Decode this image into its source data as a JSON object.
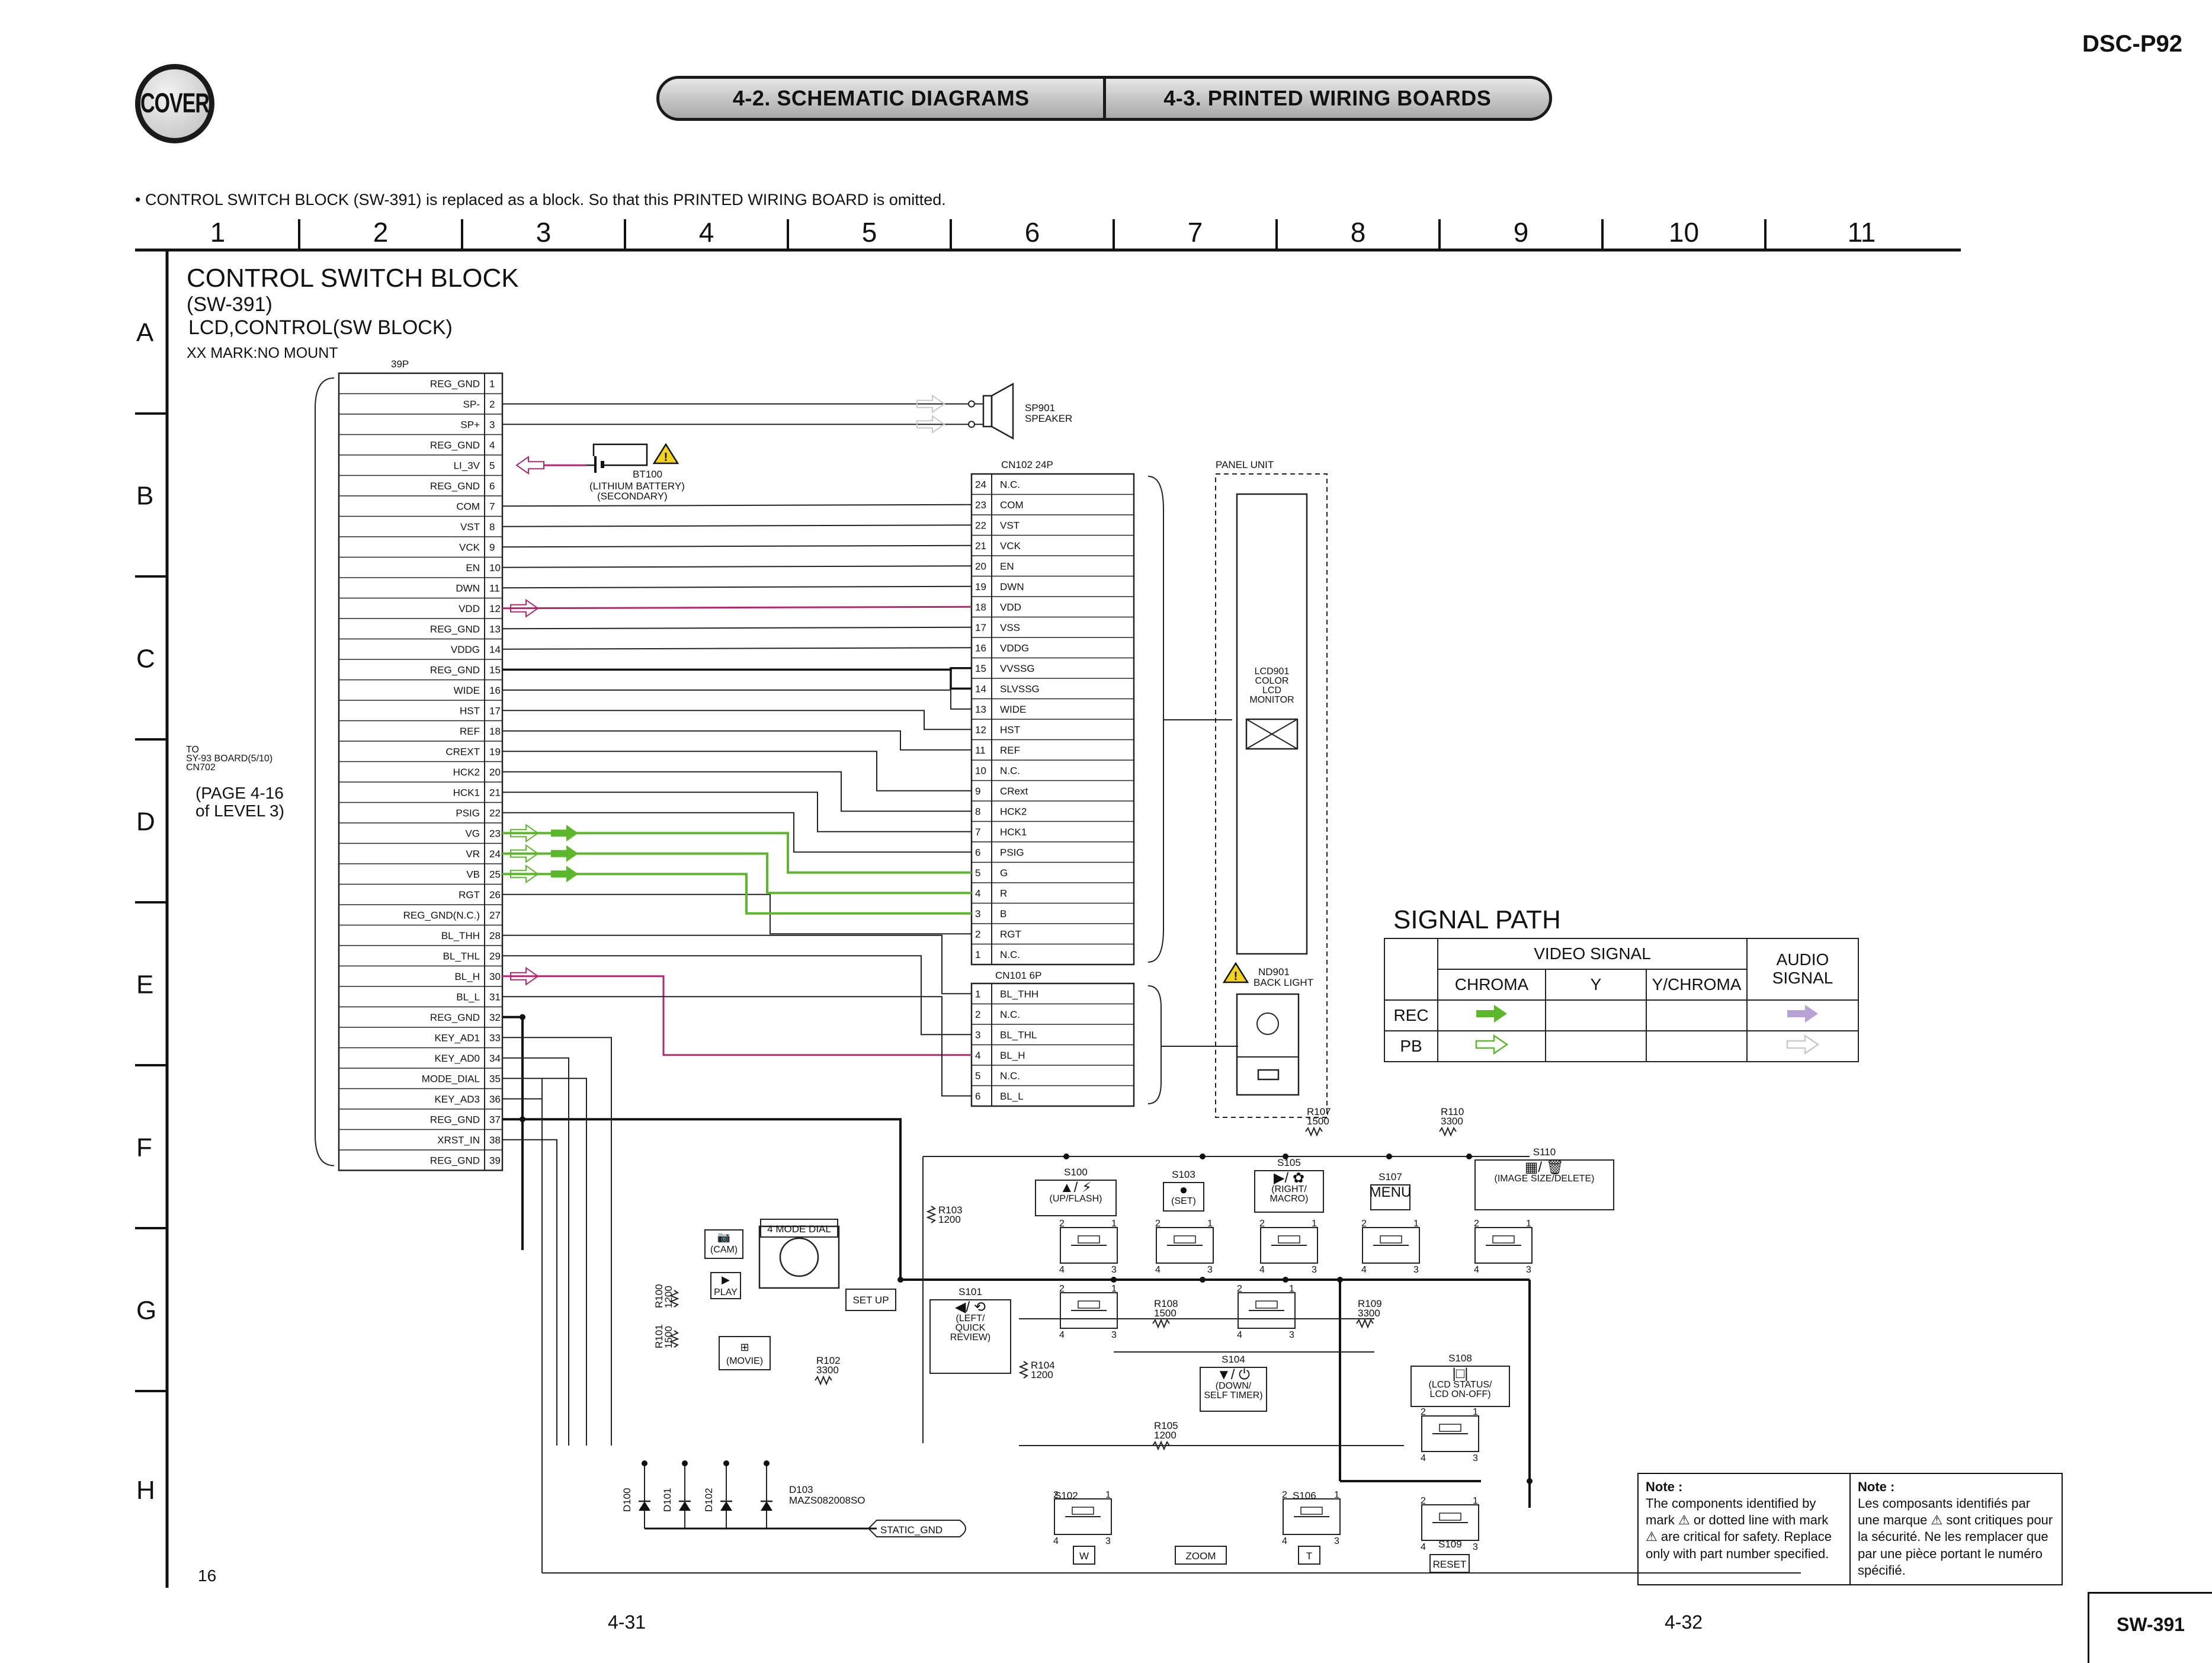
{
  "header": {
    "model": "DSC-P92",
    "cover_label": "COVER",
    "tabs": [
      "4-2. SCHEMATIC DIAGRAMS",
      "4-3. PRINTED WIRING BOARDS"
    ]
  },
  "notice": "• CONTROL SWITCH BLOCK (SW-391) is replaced as a block. So that this PRINTED WIRING BOARD is omitted.",
  "grid": {
    "columns": [
      "1",
      "2",
      "3",
      "4",
      "5",
      "6",
      "7",
      "8",
      "9",
      "10",
      "11"
    ],
    "rows": [
      "A",
      "B",
      "C",
      "D",
      "E",
      "F",
      "G",
      "H"
    ]
  },
  "title": {
    "main": "CONTROL SWITCH BLOCK",
    "sub1": "(SW-391)",
    "sub2": "LCD,CONTROL(SW BLOCK)",
    "sub3": "XX MARK:NO MOUNT"
  },
  "connector_39p": {
    "label": "39P",
    "to_text": [
      "TO",
      "SY-93 BOARD(5/10)",
      "CN702"
    ],
    "page_ref": [
      "(PAGE 4-16",
      "of LEVEL 3)"
    ],
    "pins": [
      "REG_GND",
      "SP-",
      "SP+",
      "REG_GND",
      "LI_3V",
      "REG_GND",
      "COM",
      "VST",
      "VCK",
      "EN",
      "DWN",
      "VDD",
      "REG_GND",
      "VDDG",
      "REG_GND",
      "WIDE",
      "HST",
      "REF",
      "CREXT",
      "HCK2",
      "HCK1",
      "PSIG",
      "VG",
      "VR",
      "VB",
      "RGT",
      "REG_GND(N.C.)",
      "BL_THH",
      "BL_THL",
      "BL_H",
      "BL_L",
      "REG_GND",
      "KEY_AD1",
      "KEY_AD0",
      "MODE_DIAL",
      "KEY_AD3",
      "REG_GND",
      "XRST_IN",
      "REG_GND"
    ]
  },
  "cn102": {
    "label": "CN102",
    "pins_label": "24P",
    "pins": [
      "N.C.",
      "COM",
      "VST",
      "VCK",
      "EN",
      "DWN",
      "VDD",
      "VSS",
      "VDDG",
      "VVSSG",
      "SLVSSG",
      "WIDE",
      "HST",
      "REF",
      "N.C.",
      "CRext",
      "HCK2",
      "HCK1",
      "PSIG",
      "G",
      "R",
      "B",
      "RGT",
      "N.C."
    ],
    "numbers": [
      "24",
      "23",
      "22",
      "21",
      "20",
      "19",
      "18",
      "17",
      "16",
      "15",
      "14",
      "13",
      "12",
      "11",
      "10",
      "9",
      "8",
      "7",
      "6",
      "5",
      "4",
      "3",
      "2",
      "1"
    ]
  },
  "cn101": {
    "label": "CN101",
    "pins_label": "6P",
    "pins": [
      "BL_THH",
      "N.C.",
      "BL_THL",
      "BL_H",
      "N.C.",
      "BL_L"
    ],
    "numbers": [
      "1",
      "2",
      "3",
      "4",
      "5",
      "6"
    ]
  },
  "speaker": {
    "ref": "SP901",
    "name": "SPEAKER"
  },
  "battery": {
    "ref": "BT100",
    "name1": "(LITHIUM BATTERY)",
    "name2": "(SECONDARY)"
  },
  "panel_unit": {
    "label": "PANEL UNIT",
    "lcd": [
      "LCD901",
      "COLOR",
      "LCD",
      "MONITOR"
    ],
    "backlight": [
      "ND901",
      "BACK LIGHT"
    ]
  },
  "switches": [
    {
      "ref": "S100",
      "label1": "▲/ ⚡",
      "label2": "(UP/FLASH)"
    },
    {
      "ref": "S103",
      "label1": "●",
      "label2": "(SET)"
    },
    {
      "ref": "S105",
      "label1": "▶/ ✿",
      "label2": "(RIGHT/",
      "label3": "MACRO)"
    },
    {
      "ref": "S107",
      "label1": "MENU"
    },
    {
      "ref": "S110",
      "label1": "▦/ 🗑",
      "label2": "(IMAGE SIZE/DELETE)"
    },
    {
      "ref": "S101",
      "label1": "◀/ ⟲",
      "label2": "(LEFT/",
      "label3": "QUICK",
      "label4": "REVIEW)"
    },
    {
      "ref": "S104",
      "label1": "▼/ ⏻",
      "label2": "(DOWN/",
      "label3": "SELF TIMER)"
    },
    {
      "ref": "S108",
      "label1": "|□|",
      "label2": "(LCD STATUS/",
      "label3": "LCD ON-OFF)"
    },
    {
      "ref": "S102",
      "label1": "W"
    },
    {
      "ref": "S106",
      "label1": "T"
    },
    {
      "ref": "S109",
      "label1": "RESET"
    }
  ],
  "mode_dial": {
    "label": "4 MODE DIAL",
    "cam": "(CAM)",
    "play": "PLAY",
    "movie": "(MOVIE)",
    "setup": "SET UP"
  },
  "zoom_label": "ZOOM",
  "resistors": [
    {
      "ref": "R103",
      "value": "1200"
    },
    {
      "ref": "R107",
      "value": "1500"
    },
    {
      "ref": "R110",
      "value": "3300"
    },
    {
      "ref": "R108",
      "value": "1500"
    },
    {
      "ref": "R109",
      "value": "3300"
    },
    {
      "ref": "R104",
      "value": "1200"
    },
    {
      "ref": "R105",
      "value": "1200"
    },
    {
      "ref": "R100",
      "value": "1200"
    },
    {
      "ref": "R101",
      "value": "1500"
    },
    {
      "ref": "R102",
      "value": "3300"
    }
  ],
  "diodes": {
    "refs": [
      "D100",
      "D101",
      "D102"
    ],
    "d103": "D103",
    "part": "MAZS082008SO",
    "static_gnd": "STATIC_GND"
  },
  "signal_path": {
    "title": "SIGNAL PATH",
    "video_signal": "VIDEO SIGNAL",
    "audio_signal": [
      "AUDIO",
      "SIGNAL"
    ],
    "cols": [
      "CHROMA",
      "Y",
      "Y/CHROMA"
    ],
    "rows": [
      "REC",
      "PB"
    ],
    "colors": {
      "chroma": "#5cb82a",
      "audio": "#b9a3d6",
      "sp_line": "#b6256e"
    }
  },
  "notes": {
    "en_title": "Note :",
    "en_body": "The components identified by mark ⚠ or dotted line with mark ⚠ are critical for safety. Replace only with part number specified.",
    "fr_title": "Note :",
    "fr_body": "Les composants identifiés par une marque ⚠ sont critiques pour la sécurité. Ne les remplacer que par une pièce portant le numéro spécifié."
  },
  "page_numbers": {
    "left": "4-31",
    "right": "4-32",
    "corner": "16"
  },
  "board_id": "SW-391"
}
